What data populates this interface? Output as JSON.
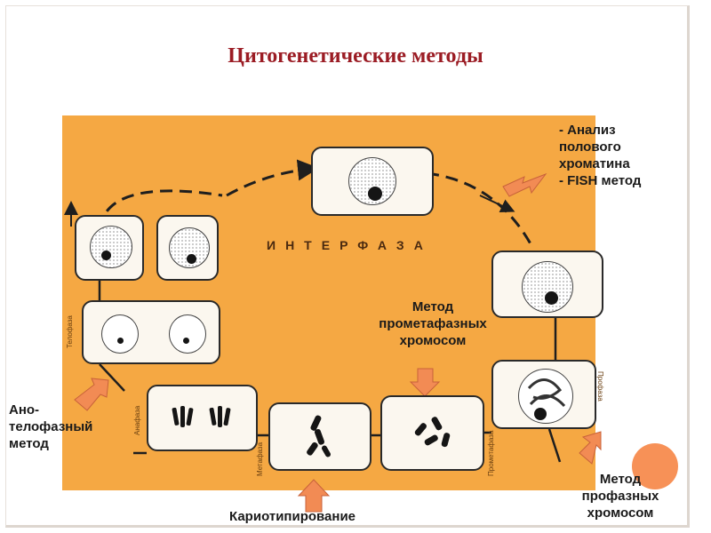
{
  "slide": {
    "title": "Цитогенетические методы",
    "interfaza_label": "ИНТЕРФАЗА",
    "phase_labels": {
      "telofaza": "Телофаза",
      "anafaza": "Анафаза",
      "metafaza": "Метафаза",
      "prometafaza": "Прометафаза",
      "profaza": "Профаза"
    },
    "annotations": {
      "top_right": [
        "- Анализ",
        "полового",
        "хроматина",
        "- FISH метод"
      ],
      "prometaphase": [
        "Метод",
        "прометафазных",
        "хромосом"
      ],
      "ana_telophase": [
        "Ано-",
        "телофазный",
        "метод"
      ],
      "karyotyping": "Кариотипирование",
      "prophase": [
        "Метод",
        "профазных",
        "хромосом"
      ]
    },
    "colors": {
      "title": "#9b1c24",
      "panel": "#f5a843",
      "arrow": "#f28b54",
      "accent_dot": "#f79157"
    }
  }
}
